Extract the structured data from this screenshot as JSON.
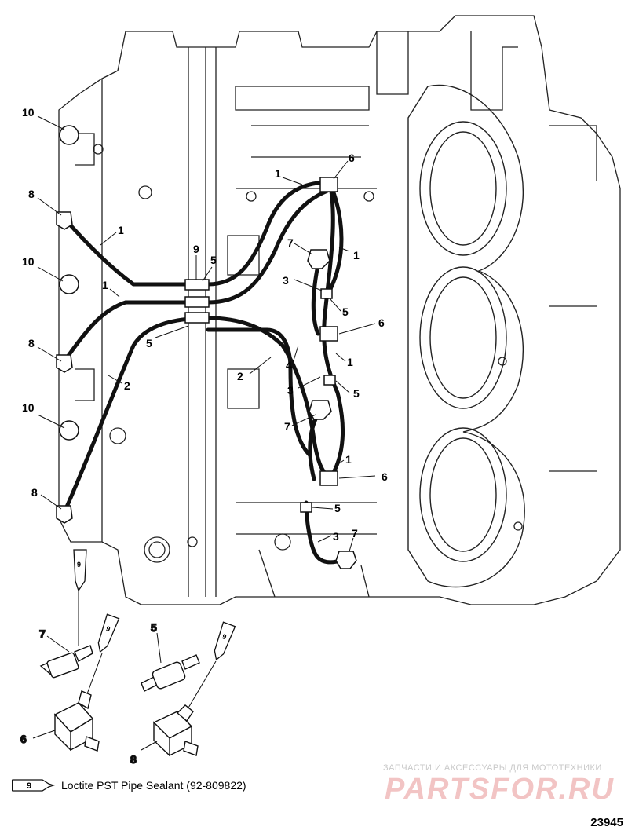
{
  "callouts": {
    "c10a": "10",
    "c8a": "8",
    "c1a": "1",
    "c10b": "10",
    "c1b": "1",
    "c8b": "8",
    "c2a": "2",
    "c10c": "10",
    "c8c": "8",
    "c9": "9",
    "c5a": "5",
    "c5b": "5",
    "c1c": "1",
    "c6a": "6",
    "c7a": "7",
    "c1d": "1",
    "c3a": "3",
    "c5c": "5",
    "c6b": "6",
    "c2b": "2",
    "c4": "4",
    "c1e": "1",
    "c3b": "3",
    "c5d": "5",
    "c7b": "7",
    "c1f": "1",
    "c6c": "6",
    "c5e": "5",
    "c3c": "3",
    "c7c": "7",
    "d7": "7",
    "d5": "5",
    "d6": "6",
    "d8": "8"
  },
  "tube_label": "9",
  "legend": {
    "label": "9",
    "text": "Loctite PST Pipe Sealant (92-809822)"
  },
  "watermark": {
    "line1": "ЗАПЧАСТИ И АКСЕССУАРЫ ДЛЯ МОТОТЕХНИКИ",
    "line2": "PARTSFOR.RU"
  },
  "figure_number": "23945"
}
